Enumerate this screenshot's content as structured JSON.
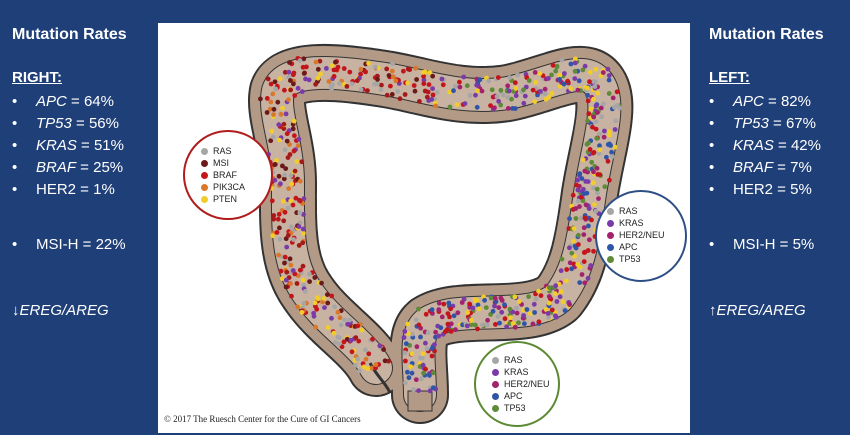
{
  "left_panel": {
    "title": "Mutation Rates",
    "side": "RIGHT:",
    "items": [
      {
        "gene": "APC",
        "rest": " = 64%",
        "italic": true
      },
      {
        "gene": "TP53",
        "rest": " = 56%",
        "italic": true
      },
      {
        "gene": "KRAS",
        "rest": " = 51%",
        "italic": true
      },
      {
        "gene": "BRAF",
        "rest": " = 25%",
        "italic": true
      },
      {
        "gene": "HER2",
        "rest": " = 1%",
        "italic": false
      }
    ],
    "msi": "MSI-H = 22%",
    "ereg": "↓EREG/AREG"
  },
  "right_panel": {
    "title": "Mutation Rates",
    "side": "LEFT:",
    "items": [
      {
        "gene": "APC",
        "rest": " = 82%",
        "italic": true
      },
      {
        "gene": "TP53",
        "rest": " = 67%",
        "italic": true
      },
      {
        "gene": "KRAS",
        "rest": " = 42%",
        "italic": true
      },
      {
        "gene": "BRAF",
        "rest": " = 7%",
        "italic": true
      },
      {
        "gene": "HER2",
        "rest": " = 5%",
        "italic": false
      }
    ],
    "msi": "MSI-H = 5%",
    "ereg": "↑EREG/AREG"
  },
  "bullet": "•",
  "figure": {
    "copyright": "© 2017 The Ruesch Center for the Cure of GI Cancers",
    "legends": [
      {
        "id": "right-colon",
        "border": "#b01c1c",
        "items": [
          {
            "label": "RAS",
            "color": "#a6a6a6"
          },
          {
            "label": "MSI",
            "color": "#6b1a1a"
          },
          {
            "label": "BRAF",
            "color": "#c4151c"
          },
          {
            "label": "PIK3CA",
            "color": "#d9772a"
          },
          {
            "label": "PTEN",
            "color": "#f2cc2b"
          }
        ]
      },
      {
        "id": "left-colon",
        "border": "#2e4f86",
        "items": [
          {
            "label": "RAS",
            "color": "#a6a6a6"
          },
          {
            "label": "KRAS",
            "color": "#7a3aa8"
          },
          {
            "label": "HER2/NEU",
            "color": "#a3226e"
          },
          {
            "label": "APC",
            "color": "#2f55a8"
          },
          {
            "label": "TP53",
            "color": "#5e8a3a"
          }
        ]
      },
      {
        "id": "rectum",
        "border": "#5c8a34",
        "items": [
          {
            "label": "RAS",
            "color": "#a6a6a6"
          },
          {
            "label": "KRAS",
            "color": "#7a3aa8"
          },
          {
            "label": "HER2/NEU",
            "color": "#a3226e"
          },
          {
            "label": "APC",
            "color": "#2f55a8"
          },
          {
            "label": "TP53",
            "color": "#5e8a3a"
          }
        ]
      }
    ],
    "colors": {
      "colon_outer": "#b39a86",
      "colon_lumen": "#c8b3a2",
      "outline": "#333333"
    }
  }
}
